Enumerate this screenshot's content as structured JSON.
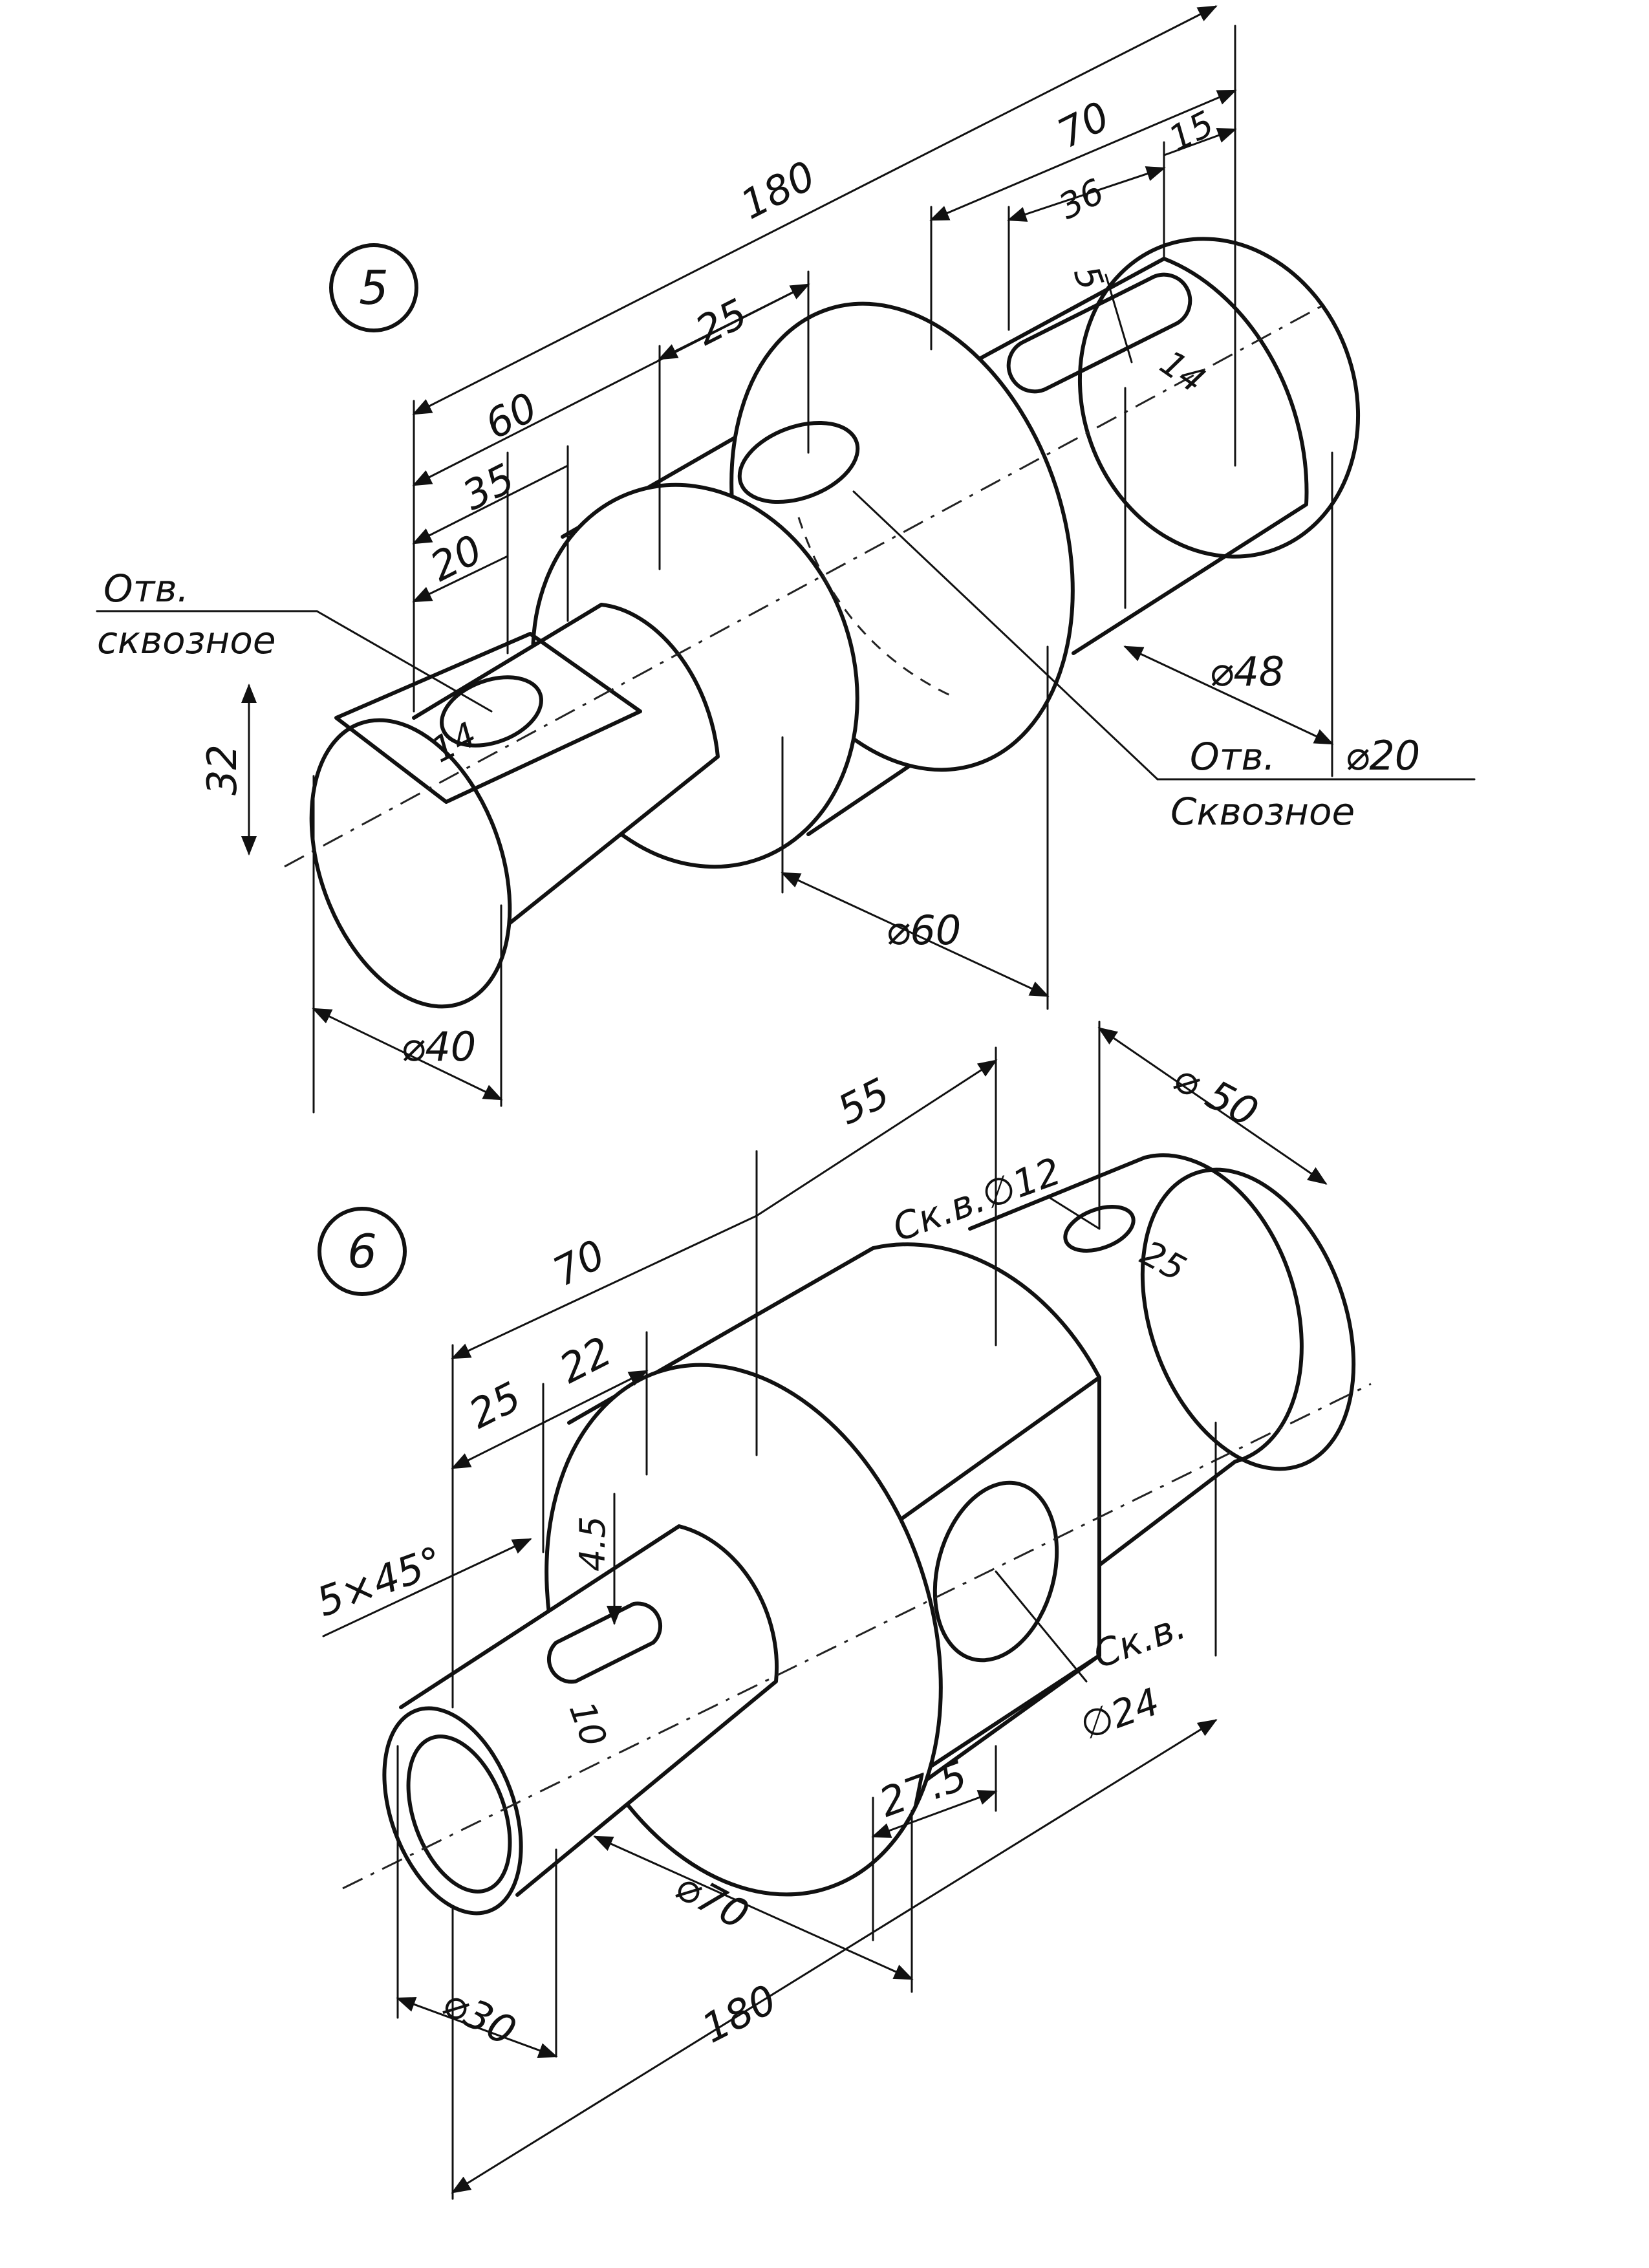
{
  "parts": [
    {
      "number": "5",
      "dimensions": {
        "overall_length": "180",
        "length_60": "60",
        "length_35": "35",
        "length_20": "20",
        "length_25": "25",
        "length_70": "70",
        "length_36": "36",
        "length_15": "15",
        "slot_width": "5",
        "slot_14": "14",
        "hole_14": "14",
        "flat_32": "32",
        "dia_40": "40",
        "dia_60": "60",
        "dia_48": "48",
        "dia_20": "20"
      },
      "notes": {
        "left_hole_line1": "Отв.",
        "left_hole_line2": "сквозное",
        "right_hole_line1": "Отв.",
        "right_hole_line2": "Сквозное"
      }
    },
    {
      "number": "6",
      "dimensions": {
        "length_55": "55",
        "length_70": "70",
        "length_25": "25",
        "length_22": "22",
        "slot_depth": "4.5",
        "chamfer": "5×45°",
        "slot_length": "10",
        "length_27_5": "27.5",
        "overall_length": "180",
        "dia_30": "30",
        "dia_70": "70",
        "dia_50": "50",
        "hole_25": "25"
      },
      "notes": {
        "top_hole": "Ск.в.∅12",
        "side_hole_line1": "Ск.в.",
        "side_hole_line2": "∅24"
      }
    }
  ]
}
